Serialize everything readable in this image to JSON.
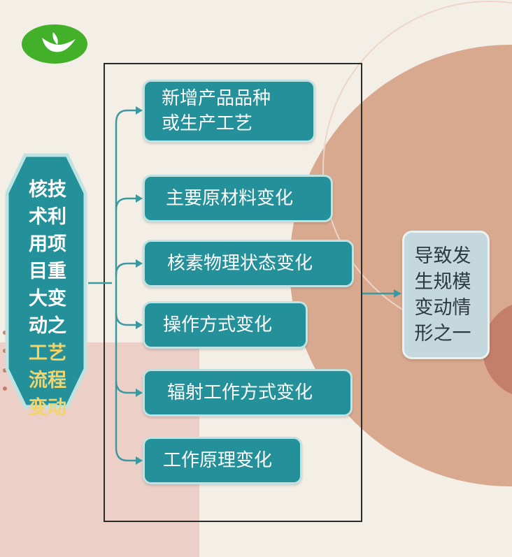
{
  "source": {
    "title_lines": [
      "核技",
      "术利",
      "用项",
      "目重",
      "大变",
      "动之"
    ],
    "highlight_lines": [
      "工艺",
      "流程",
      "变动"
    ]
  },
  "changes": [
    {
      "label": "新增产品品种\n或生产工艺"
    },
    {
      "label": "主要原材料变化"
    },
    {
      "label": "核素物理状态变化"
    },
    {
      "label": "操作方式变化"
    },
    {
      "label": "辐射工作方式变化"
    },
    {
      "label": "工作原理变化"
    }
  ],
  "result": {
    "label": "导致发生规模变动情形之一"
  },
  "colors": {
    "teal": "#23909a",
    "teal_border": "#bfe3e2",
    "highlight_text": "#f2d46b",
    "result_box": "#c4d8de",
    "logo_green": "#43b02a"
  }
}
